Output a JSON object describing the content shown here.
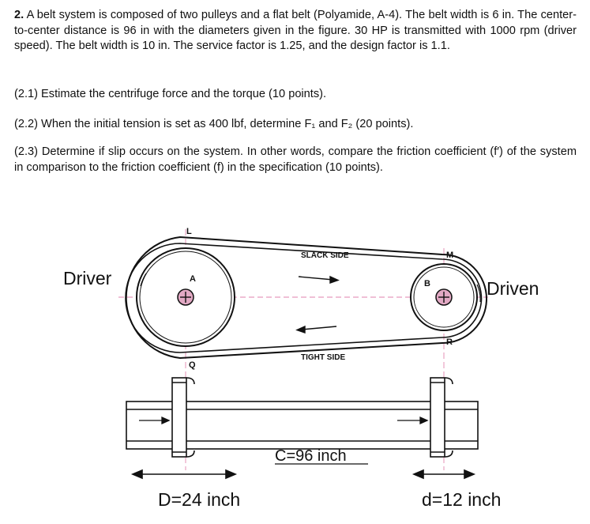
{
  "problem": {
    "number": "2.",
    "statement": "A belt system is composed of two pulleys and a flat belt (Polyamide, A-4). The belt width is 6 in. The center-to-center distance is 96 in with the diameters given in the figure. 30 HP is transmitted with 1000 rpm (driver speed). The belt width is 10 in. The service factor is 1.25, and the design factor is 1.1.",
    "part_2_1": "(2.1) Estimate the centrifuge force and the torque (10 points).",
    "part_2_2": "(2.2) When the initial tension is set as 400 lbf, determine F₁ and F₂ (20 points).",
    "part_2_3": "(2.3) Determine if slip occurs on the system. In other words, compare the friction coefficient (f′) of the system in comparison to the friction coefficient (f) in the specification (10 points)."
  },
  "figure": {
    "driver_label": "Driver",
    "driven_label": "Driven",
    "slack_side": "SLACK SIDE",
    "tight_side": "TIGHT SIDE",
    "point_L": "L",
    "point_A": "A",
    "point_Q": "Q",
    "point_M": "M",
    "point_B": "B",
    "point_R": "R",
    "center_distance": "C=96 inch",
    "driver_diameter": "D=24 inch",
    "driven_diameter": "d=12 inch"
  }
}
